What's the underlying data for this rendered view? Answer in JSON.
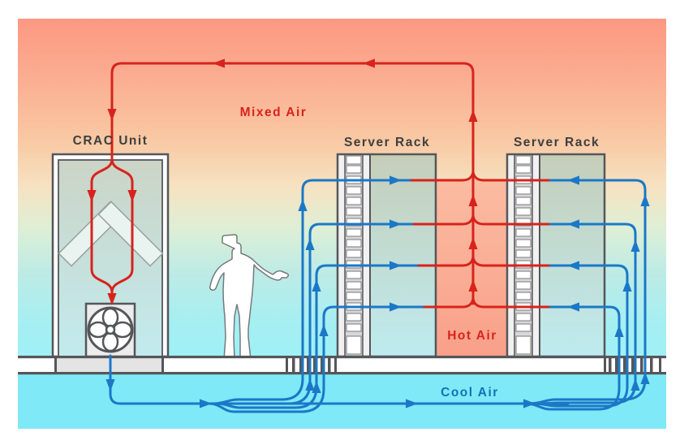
{
  "title": "Data center hot/cold airflow diagram",
  "labels": {
    "crac_unit": "CRAC Unit",
    "server_rack_left": "Server Rack",
    "server_rack_right": "Server Rack",
    "mixed_air": "Mixed Air",
    "hot_air": "Hot Air",
    "cool_air": "Cool Air"
  },
  "icons": {
    "fan": "fan-icon",
    "person": "person-silhouette",
    "coil": "cooling-coil-icon"
  },
  "colors": {
    "hot_flow": "#d8231d",
    "cool_flow": "#1b78c7",
    "cool_label": "#1273b8",
    "outline": "#55565a",
    "sky_top": "#fc9882",
    "sky_mid_warm": "#f8e3c3",
    "sky_bottom": "#9ff0f6",
    "plenum_cyan": "#7fe9f7",
    "hot_aisle_top": "#fbbca2",
    "hot_aisle_bottom": "#f9a089",
    "rack_body_top": "#c6ceb9",
    "rack_body_bottom": "#beebef",
    "tile_white": "#ffffff",
    "tile_gray": "#e4e4e4"
  }
}
